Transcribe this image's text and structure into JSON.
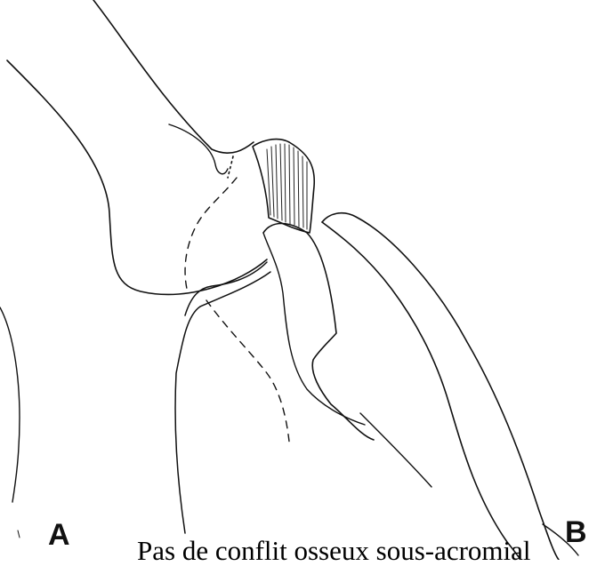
{
  "labels": {
    "left": "A",
    "right": "B"
  },
  "caption": "Pas de conflit osseux sous-acromial",
  "colors": {
    "ink": "#111111",
    "background": "#ffffff"
  }
}
